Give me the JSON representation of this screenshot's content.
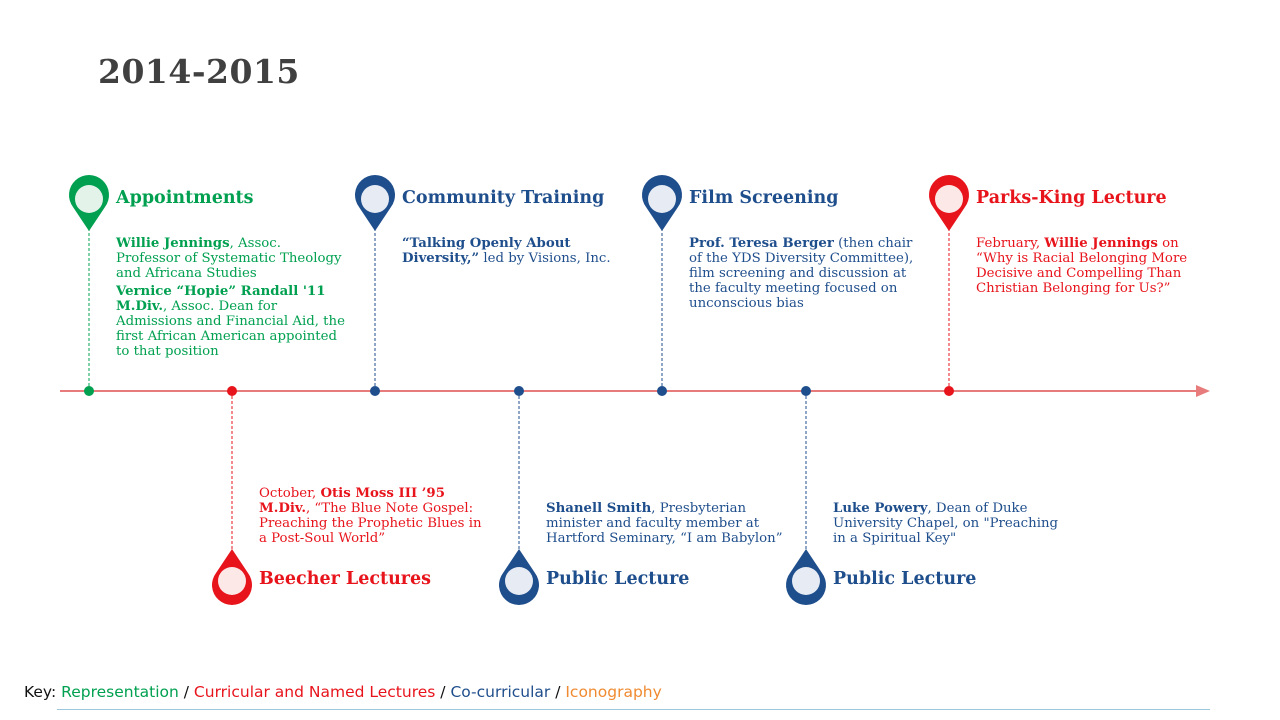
{
  "title": "2014-2015",
  "colors": {
    "green": "#00a050",
    "blue": "#1f4e8c",
    "red": "#e8141c",
    "orange": "#f08a30",
    "axis": "#e87c7c"
  },
  "events": [
    {
      "title": "Appointments",
      "color": "green",
      "paragraphs": [
        [
          {
            "t": "Willie Jennings",
            "b": true
          },
          {
            "t": ", Assoc. Professor of Systematic Theology and Africana Studies"
          }
        ],
        [
          {
            "t": "Vernice “Hopie” Randall '11 M.Div.",
            "b": true
          },
          {
            "t": ", Assoc. Dean for Admissions and Financial Aid, the first African American appointed to that position"
          }
        ]
      ]
    },
    {
      "title": "Beecher Lectures",
      "color": "red",
      "paragraphs": [
        [
          {
            "t": "October, "
          },
          {
            "t": "Otis Moss III ’95 M.Div.",
            "b": true
          },
          {
            "t": ", “The Blue Note Gospel: Preaching the Prophetic Blues in a Post-Soul World”"
          }
        ]
      ]
    },
    {
      "title": "Community Training",
      "color": "blue",
      "paragraphs": [
        [
          {
            "t": "“Talking Openly About Diversity,”",
            "b": true
          },
          {
            "t": " led by Visions, Inc."
          }
        ]
      ]
    },
    {
      "title": "Public Lecture",
      "color": "blue",
      "paragraphs": [
        [
          {
            "t": "Shanell Smith",
            "b": true
          },
          {
            "t": ", Presbyterian minister and faculty member at Hartford Seminary, “I am Babylon”"
          }
        ]
      ]
    },
    {
      "title": "Film Screening",
      "color": "blue",
      "paragraphs": [
        [
          {
            "t": "Prof. Teresa Berger",
            "b": true
          },
          {
            "t": " (then chair of the YDS Diversity Committee), film screening and discussion at the faculty meeting focused on unconscious bias"
          }
        ]
      ]
    },
    {
      "title": "Public Lecture",
      "color": "blue",
      "paragraphs": [
        [
          {
            "t": "Luke Powery",
            "b": true
          },
          {
            "t": ", Dean of Duke University Chapel, on \"Preaching in a Spiritual Key\""
          }
        ]
      ]
    },
    {
      "title": "Parks-King Lecture",
      "color": "red",
      "paragraphs": [
        [
          {
            "t": "February, "
          },
          {
            "t": "Willie Jennings",
            "b": true
          },
          {
            "t": " on “Why is Racial Belonging More Decisive and Compelling Than Christian Belonging for Us?”"
          }
        ]
      ]
    }
  ],
  "key": {
    "label": "Key: ",
    "sep": " / ",
    "representation": "Representation",
    "curricular": "Curricular and Named Lectures",
    "cocurricular": "Co-curricular",
    "iconography": "Iconography"
  }
}
